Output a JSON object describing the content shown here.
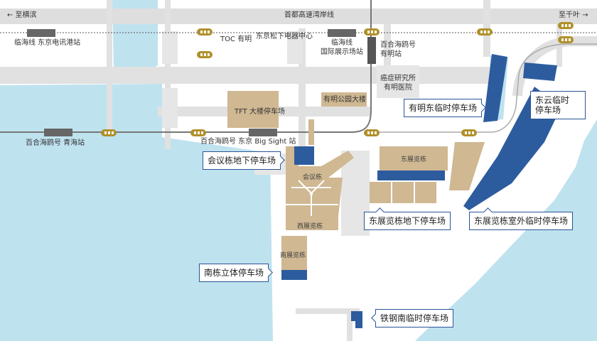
{
  "colors": {
    "water": "#bfe2ef",
    "road": "#e1e1e1",
    "building": "#cfb892",
    "parking": "#2d5c9e",
    "rail": "#777777",
    "station": "#666666",
    "callout_border": "#2a5497"
  },
  "roads": {
    "expressway": "首都高速湾岸线",
    "to_yokohama": "← 至横滨",
    "to_chiba": "至千叶 →"
  },
  "stations": {
    "tokyo_teleport": "临海线 东京电讯港站",
    "kokusai_tenjijo_line1": "临海线",
    "kokusai_tenjijo_line2": "国际展示场站",
    "ariake_line1": "百合海鸥号",
    "ariake_line2": "有明站",
    "aomi": "百合海鸥号 青海站",
    "big_sight": "百合海鸥号 东京 Big Sight 站"
  },
  "landmarks": {
    "toc": "TOC 有明",
    "panasonic": "东京松下电器中心",
    "cancer_line1": "癌症研究所",
    "cancer_line2": "有明医院",
    "tft": "TFT 大楼停车场",
    "ariake_park": "有明公园大楼",
    "east_hall": "东展览栋",
    "conference": "会议栋",
    "west_hall": "西展览栋",
    "south_hall": "南展览栋"
  },
  "callouts": {
    "ariake_east_temp": "有明东临时停车场",
    "east_cloud_line1": "东云临时",
    "east_cloud_line2": "停车场",
    "conference_underground": "会议栋地下停车场",
    "east_hall_underground": "东展览栋地下停车场",
    "east_hall_outdoor": "东展览栋室外临时停车场",
    "south_multistory": "南栋立体停车场",
    "steel_south_temp": "铁钢南临时停车场"
  }
}
